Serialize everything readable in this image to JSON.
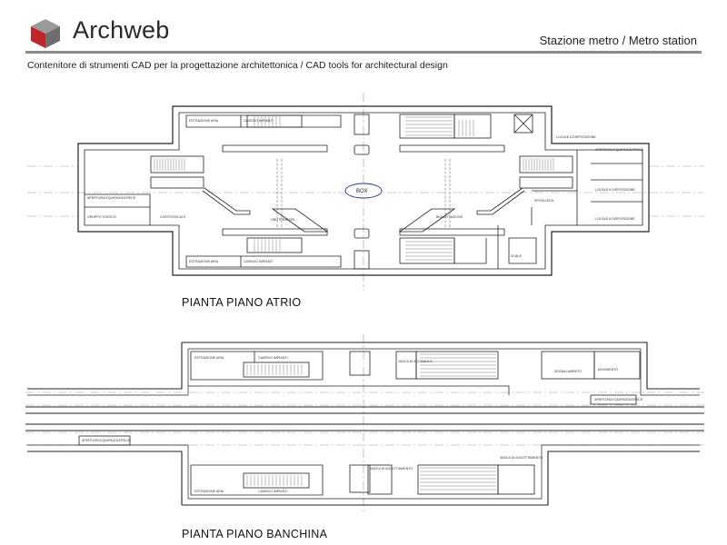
{
  "header": {
    "brand": "Archweb",
    "page_title": "Stazione metro  /  Metro station",
    "subtitle": "Contenitore di strumenti CAD per la progettazione architettonica  /  CAD tools for architectural design",
    "brand_colors": {
      "cube_top": "#9a9a9a",
      "cube_left": "#c0262c",
      "cube_right": "#6e6e6e"
    }
  },
  "plan_atrio": {
    "label": "PIANTA PIANO ATRIO",
    "box_label": "BOX",
    "rooms": [
      "ESTRAZIONE ARIA",
      "CAVEDIO IMPIANTI",
      "ESTRAZIONE ARIA",
      "CAVEDIO IMPIANTI",
      "APERTURA EQUIPAGGIATRICE",
      "GRUPPO STATICO",
      "CORTOCIRCUITI",
      "OBLITERATORI",
      "BIGLIETTAZIONE",
      "SPOGLIATOI",
      "LOCALE A DISPOSIZIONE",
      "APERTURA EQUIPAGGIATRICE",
      "LOCALE A DISPOSIZIONE",
      "LOCALE A DISPOSIZIONE",
      "SCALA"
    ]
  },
  "plan_banchina": {
    "label": "PIANTA PIANO BANCHINA",
    "rooms": [
      "ESTRAZIONE ARIA",
      "CAVEDIO IMPIANTI",
      "VASCA DI ACCUMULO",
      "SEGNALAMENTO",
      "MOVIMENTO",
      "APERTURA EQUIPAGGIATRICE",
      "APERTURA EQUIPAGGIATRICE",
      "VASCA DI AGGOTTAMENTO",
      "VASCA DI AGGOTTAMENTO",
      "ESTRAZIONE ARIA",
      "CAVEDIO IMPIANTI"
    ]
  }
}
